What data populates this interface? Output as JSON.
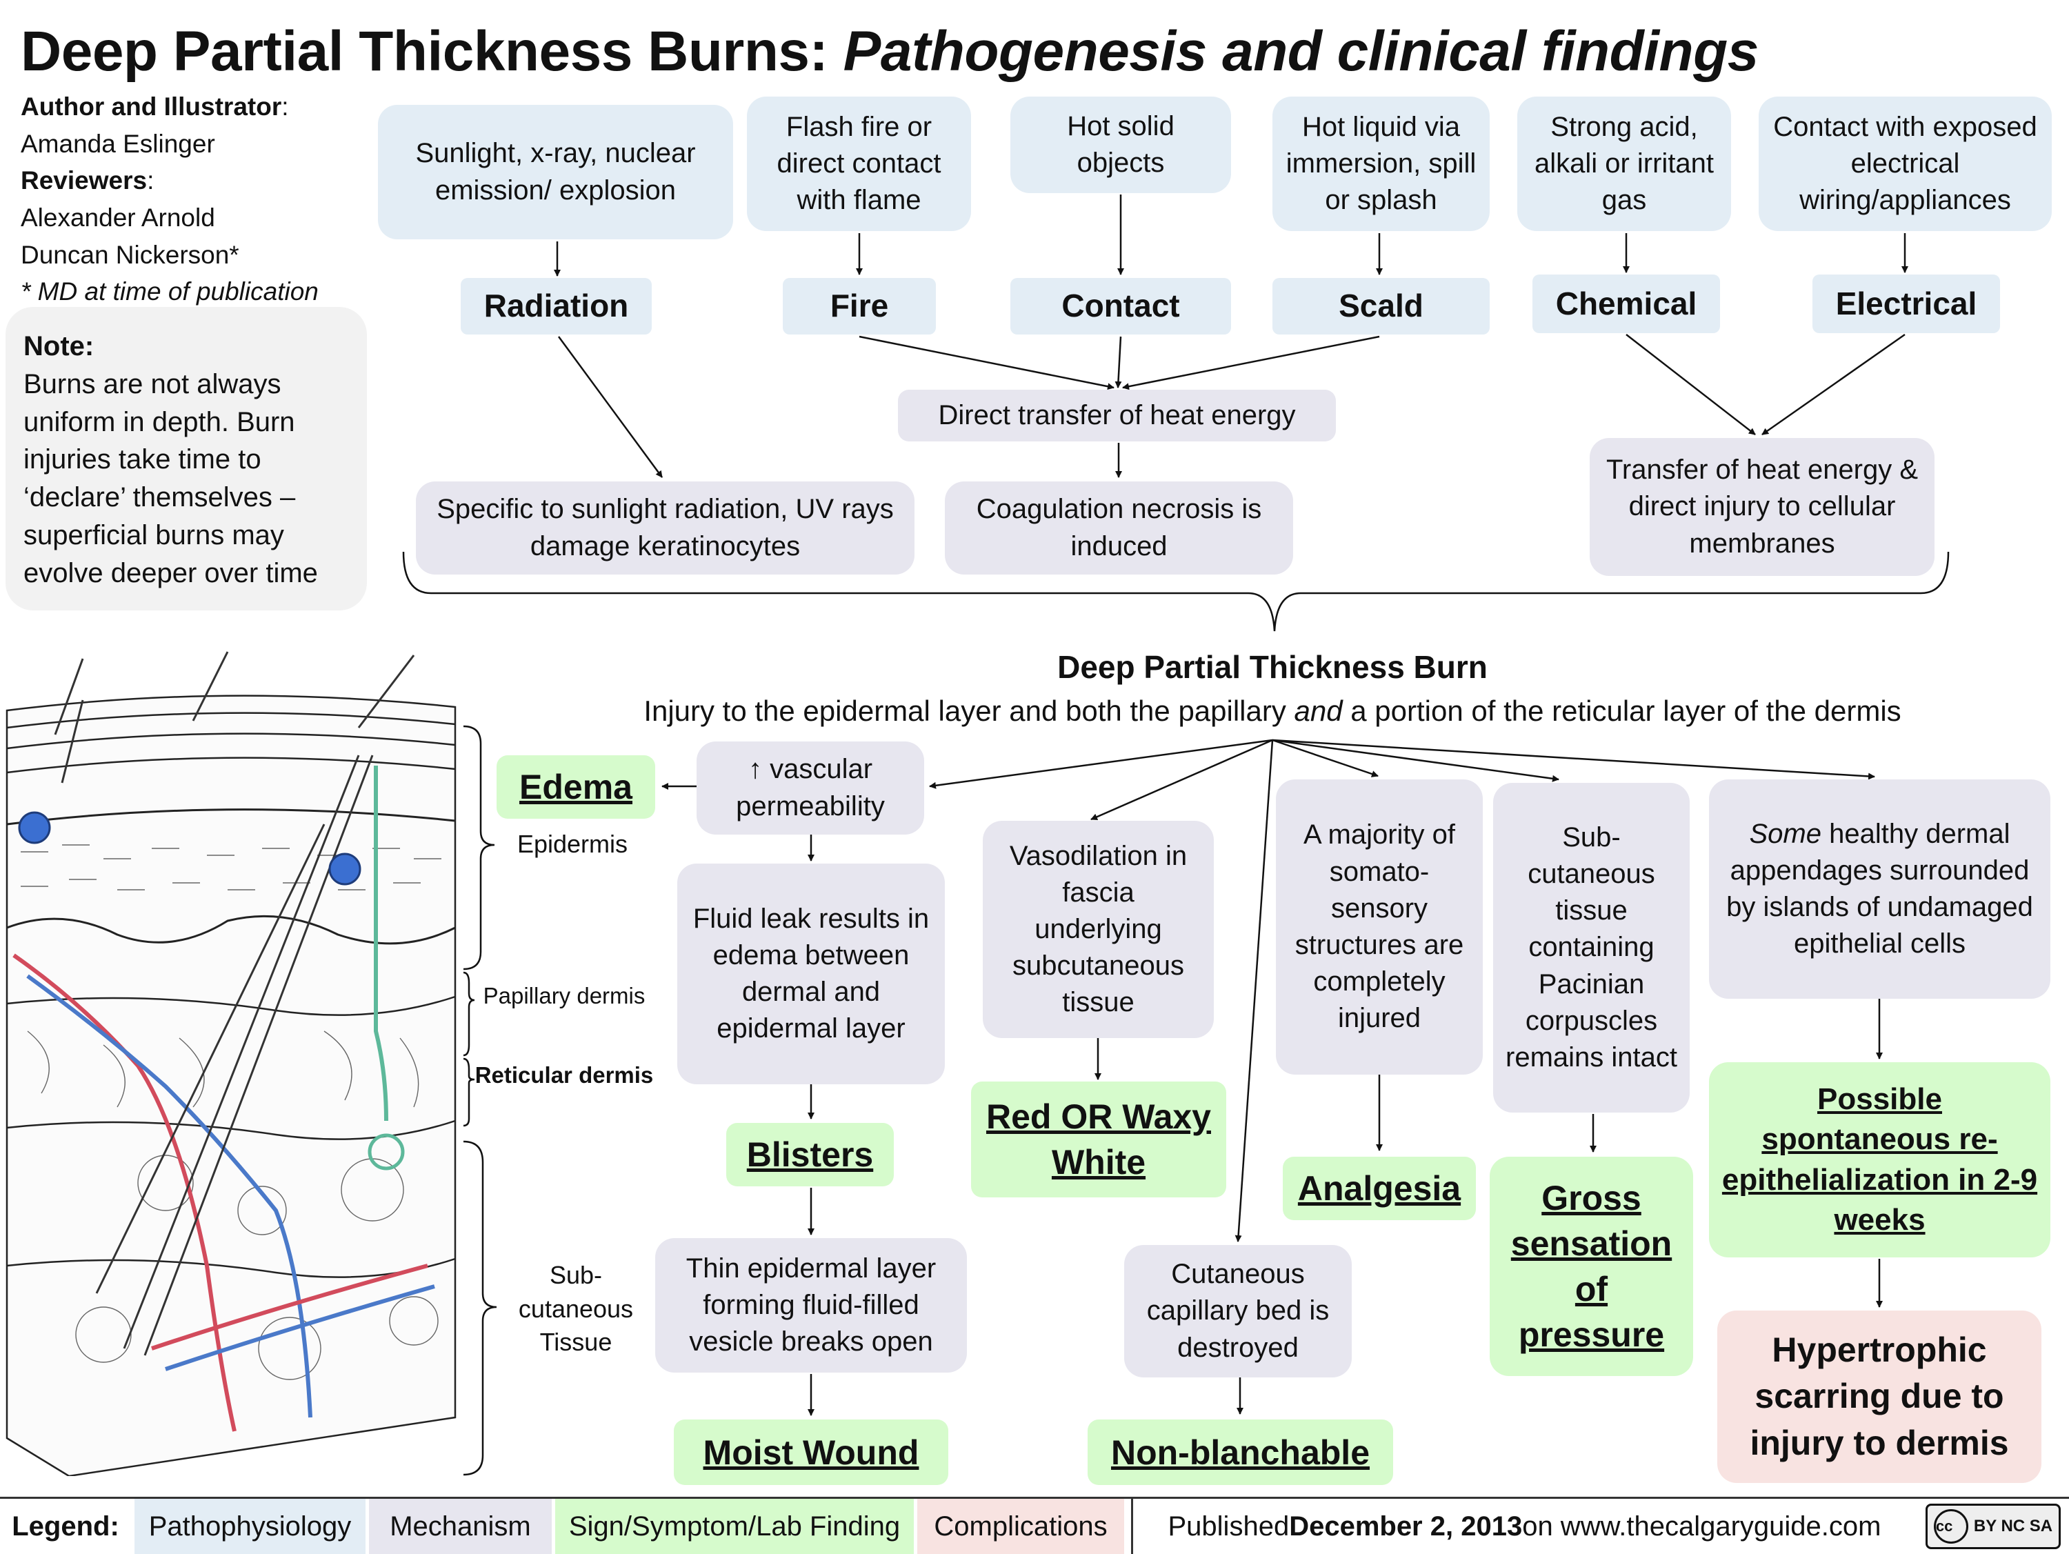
{
  "title": {
    "main": "Deep Partial Thickness Burns:",
    "sub": "Pathogenesis and clinical findings"
  },
  "credits": {
    "author_heading": "Author and Illustrator",
    "author": "Amanda Eslinger",
    "reviewers_heading": "Reviewers",
    "reviewer_1": "Alexander Arnold",
    "reviewer_2": "Duncan Nickerson*",
    "footnote": "* MD at time of publication"
  },
  "note": {
    "heading": "Note:",
    "text": "Burns are not always uniform in depth. Burn injuries take time to ‘declare’ themselves – superficial burns may evolve deeper over time"
  },
  "causes": {
    "radiation": "Sunlight, x-ray, nuclear emission/ explosion",
    "fire": "Flash fire or direct contact with flame",
    "contact": "Hot solid objects",
    "scald": "Hot liquid via immersion, spill or splash",
    "chemical": "Strong acid, alkali or irritant gas",
    "electrical": "Contact with exposed electrical wiring/appliances"
  },
  "mechanisms": {
    "radiation": "Radiation",
    "fire": "Fire",
    "contact": "Contact",
    "scald": "Scald",
    "chemical": "Chemical",
    "electrical": "Electrical"
  },
  "pathways": {
    "direct_heat": "Direct transfer of heat energy",
    "radiation_effect": "Specific to sunlight radiation, UV rays damage keratinocytes",
    "coagulation": "Coagulation necrosis is induced",
    "chem_elec_effect": "Transfer of heat energy & direct injury to cellular membranes"
  },
  "burn": {
    "heading": "Deep Partial Thickness Burn",
    "definition_pre": "Injury to the epidermal layer and both the papillary ",
    "definition_em": "and",
    "definition_post": " a portion of the reticular layer of the dermis"
  },
  "layers": {
    "epidermis": "Epidermis",
    "papillary": "Papillary dermis",
    "reticular": "Reticular dermis",
    "subcutaneous": "Sub- cutaneous Tissue"
  },
  "findings": {
    "edema": "Edema",
    "vascular": "↑ vascular permeability",
    "fluid_leak": "Fluid leak results in edema between dermal and epidermal layer",
    "blisters": "Blisters",
    "thin_layer": "Thin epidermal layer forming fluid-filled vesicle breaks open",
    "moist": "Moist Wound",
    "vasodilation": "Vasodilation in fascia underlying subcutaneous tissue",
    "red_white": "Red OR Waxy White",
    "capillary": "Cutaneous capillary bed is destroyed",
    "nonblanch": "Non-blanchable",
    "somato": "A majority of somato- sensory structures are completely injured",
    "analgesia": "Analgesia",
    "subcut": "Sub- cutaneous tissue containing Pacinian corpuscles remains intact",
    "gross": "Gross sensation of pressure",
    "some_em": "Some",
    "appendages": " healthy dermal appendages surrounded by islands of undamaged epithelial cells",
    "reepi": "Possible spontaneous re-epithelialization in 2-9 weeks",
    "scarring": "Hypertrophic scarring due to injury to dermis"
  },
  "legend": {
    "label": "Legend:",
    "patho": "Pathophysiology",
    "mech": "Mechanism",
    "sign": "Sign/Symptom/Lab Finding",
    "comp": "Complications",
    "published_pre": "Published ",
    "published_date": "December 2, 2013",
    "published_post": " on www.thecalgaryguide.com",
    "license": "BY NC SA"
  },
  "colors": {
    "pathophysiology": "#e3edf5",
    "mechanism": "#e7e6ef",
    "sign": "#d6fbcc",
    "complication": "#f8e3e1"
  }
}
